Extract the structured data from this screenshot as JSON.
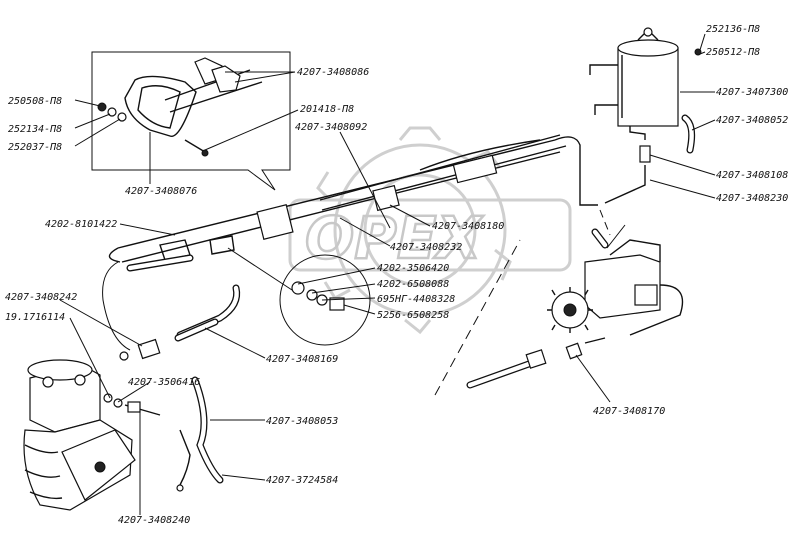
{
  "watermark": {
    "text": "OPEX"
  },
  "labels": [
    {
      "id": "l1",
      "text": "252136-П8"
    },
    {
      "id": "l2",
      "text": "250512-П8"
    },
    {
      "id": "l3",
      "text": "4207-3407300"
    },
    {
      "id": "l4",
      "text": "4207-3408052"
    },
    {
      "id": "l5",
      "text": "4207-3408108"
    },
    {
      "id": "l6",
      "text": "4207-3408230"
    },
    {
      "id": "l7",
      "text": "4207-3408086"
    },
    {
      "id": "l8",
      "text": "201418-П8"
    },
    {
      "id": "l9",
      "text": "4207-3408092"
    },
    {
      "id": "l10",
      "text": "250508-П8"
    },
    {
      "id": "l11",
      "text": "252134-П8"
    },
    {
      "id": "l12",
      "text": "252037-П8"
    },
    {
      "id": "l13",
      "text": "4207-3408076"
    },
    {
      "id": "l14",
      "text": "4202-8101422"
    },
    {
      "id": "l15",
      "text": "4207-3408180"
    },
    {
      "id": "l16",
      "text": "4207-3408232"
    },
    {
      "id": "l17",
      "text": "4202-3506420"
    },
    {
      "id": "l18",
      "text": "4202-6508088"
    },
    {
      "id": "l19",
      "text": "695НГ-4408328"
    },
    {
      "id": "l20",
      "text": "5256-6508258"
    },
    {
      "id": "l21",
      "text": "4207-3408242"
    },
    {
      "id": "l22",
      "text": "19.1716114"
    },
    {
      "id": "l23",
      "text": "4207-3506416"
    },
    {
      "id": "l24",
      "text": "4207-3408169"
    },
    {
      "id": "l25",
      "text": "4207-3408053"
    },
    {
      "id": "l26",
      "text": "4207-3724584"
    },
    {
      "id": "l27",
      "text": "4207-3408240"
    },
    {
      "id": "l28",
      "text": "4207-3408170"
    }
  ]
}
